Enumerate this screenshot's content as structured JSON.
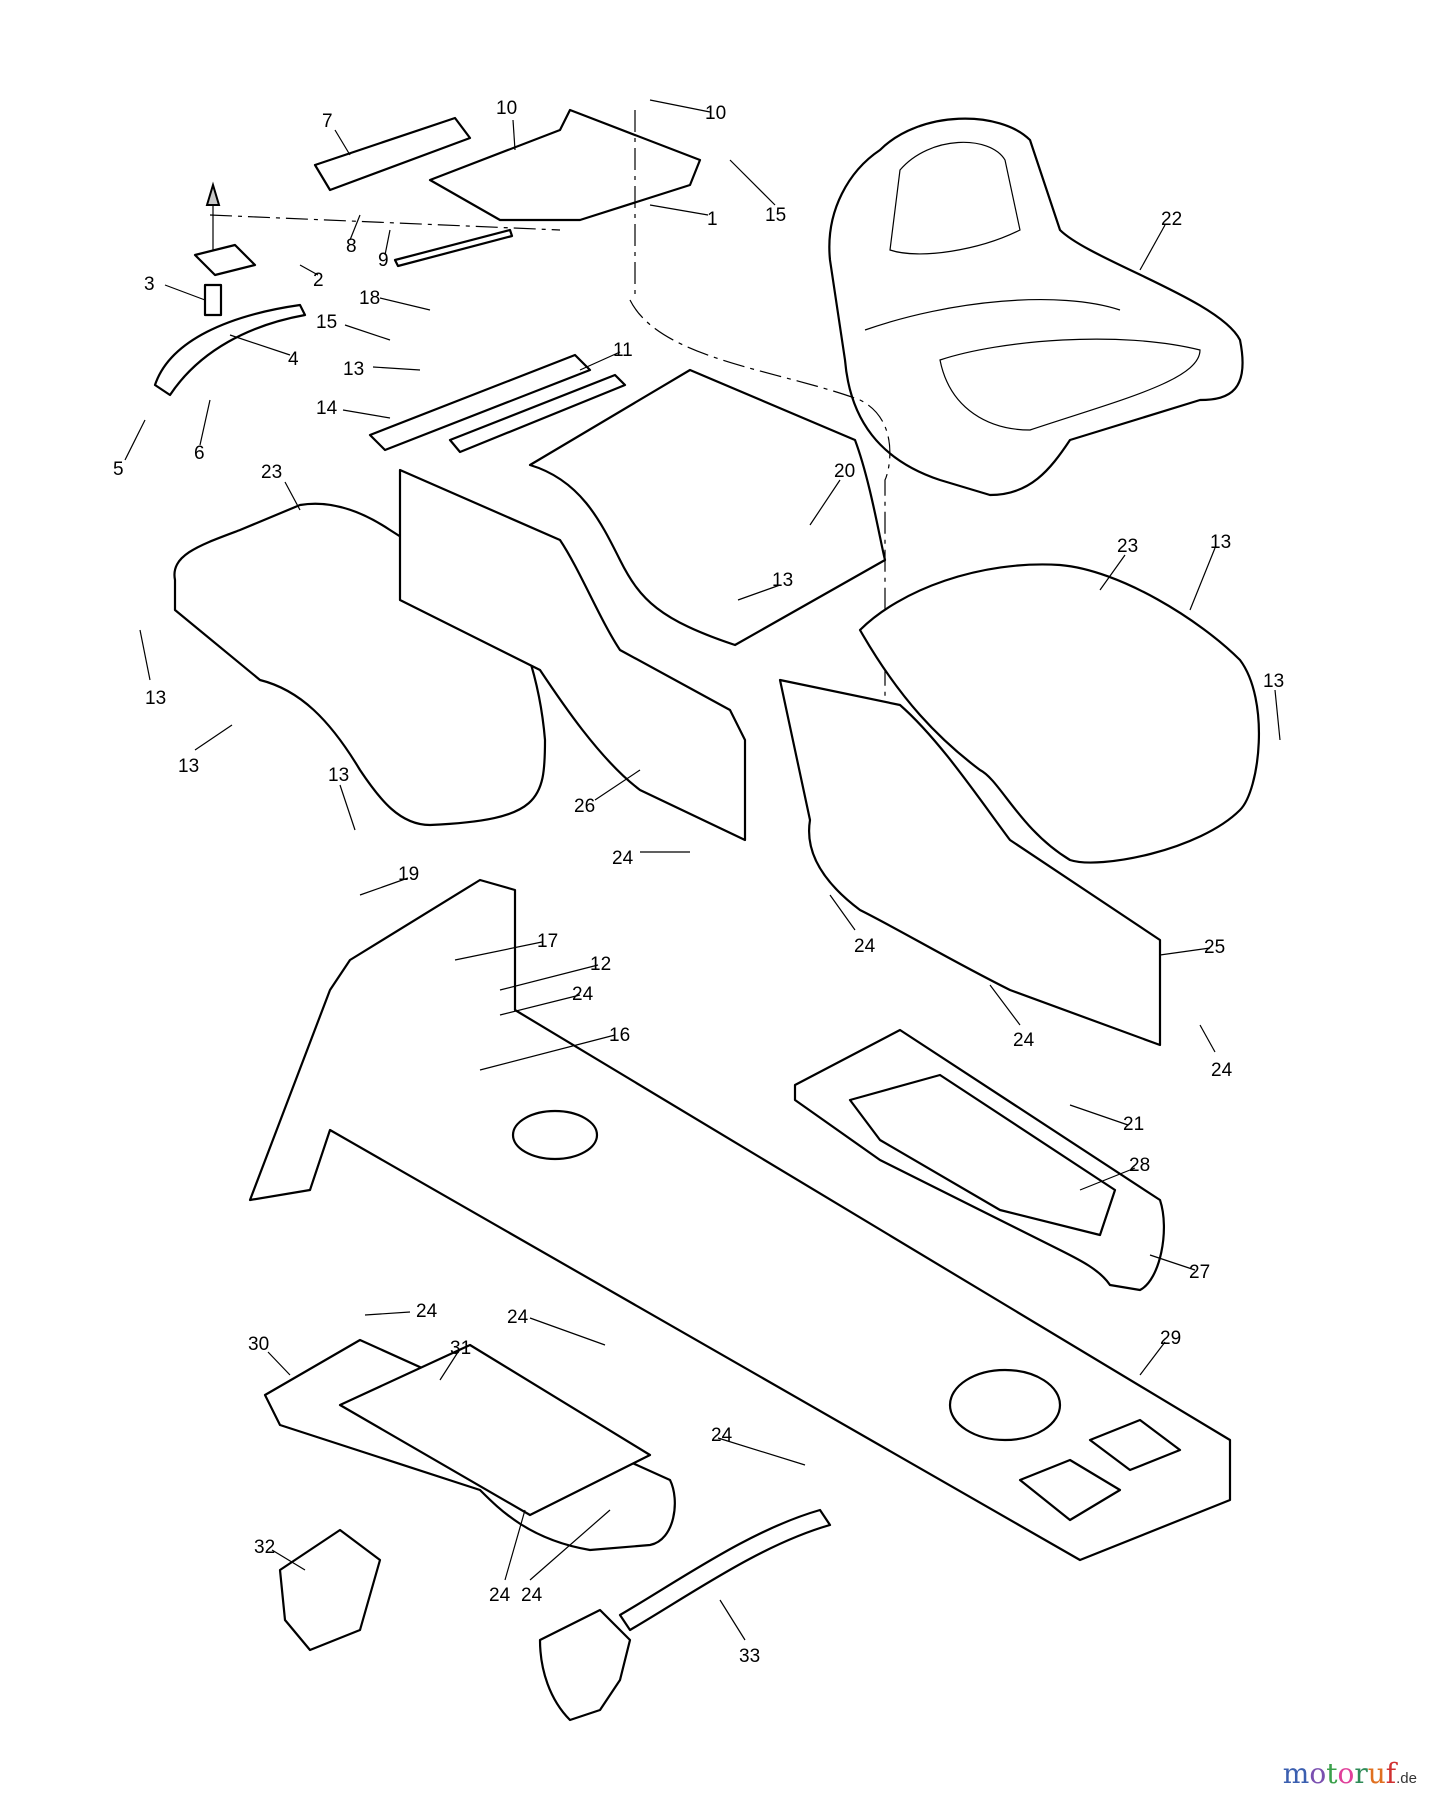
{
  "diagram": {
    "labels": [
      "7",
      "10",
      "10",
      "1",
      "15",
      "8",
      "9",
      "2",
      "3",
      "18",
      "15",
      "4",
      "13",
      "11",
      "14",
      "5",
      "6",
      "23",
      "20",
      "22",
      "23",
      "13",
      "13",
      "13",
      "13",
      "13",
      "13",
      "26",
      "24",
      "19",
      "17",
      "12",
      "24",
      "24",
      "25",
      "24",
      "16",
      "24",
      "21",
      "28",
      "27",
      "24",
      "29",
      "30",
      "31",
      "24",
      "24",
      "32",
      "24",
      "24",
      "33"
    ]
  },
  "watermark": {
    "brand": "motoruf",
    "tld": ".de",
    "colors": [
      "#3b5fb0",
      "#7a4fb0",
      "#3aa04a",
      "#e0409a",
      "#2e8b57",
      "#e07020",
      "#d03030",
      "#e0b020"
    ]
  }
}
